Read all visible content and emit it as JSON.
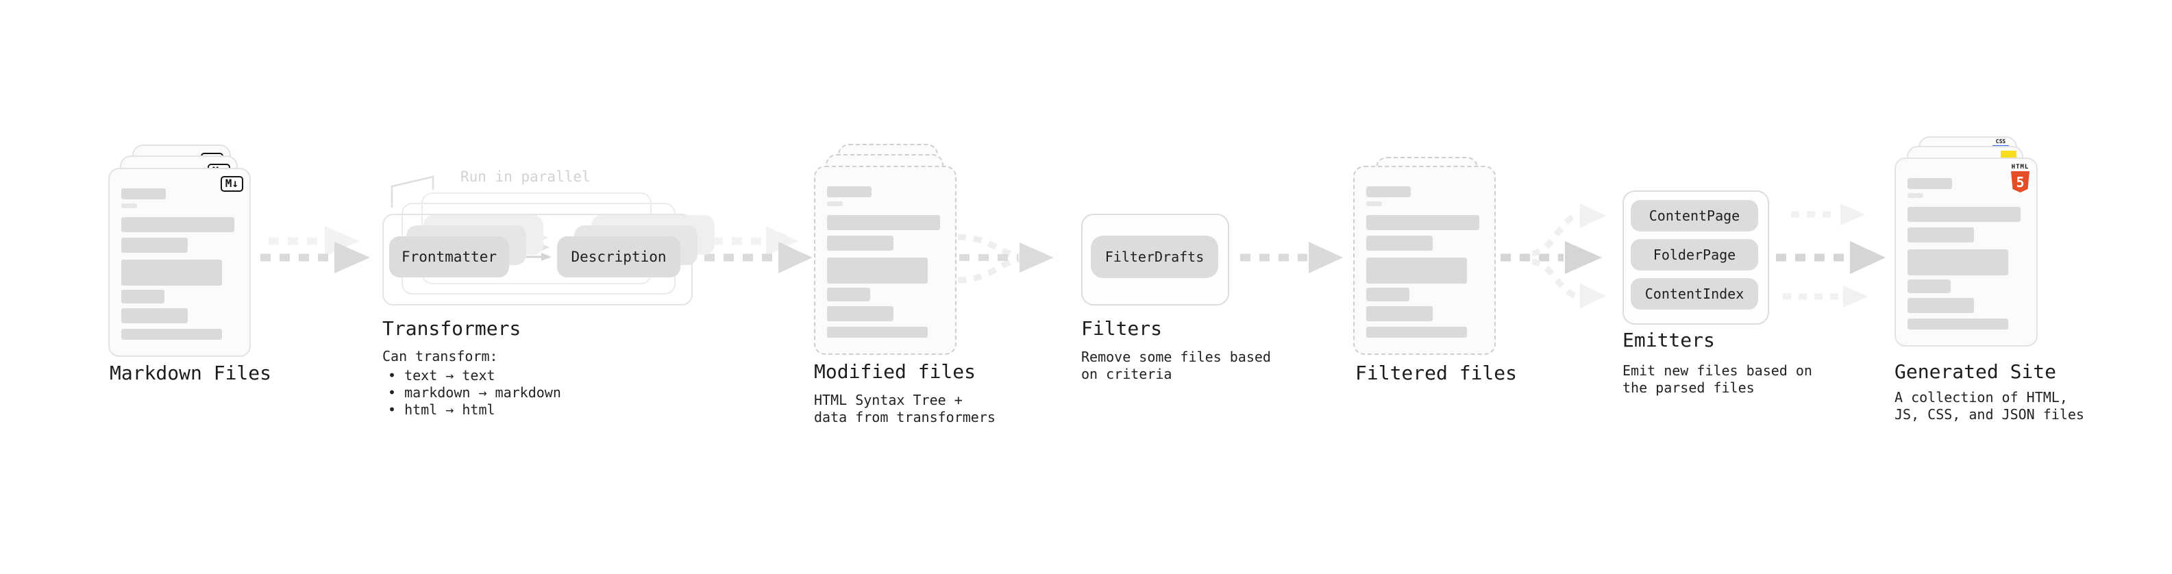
{
  "stages": {
    "markdown": {
      "label": "Markdown Files"
    },
    "transformers": {
      "label": "Transformers",
      "annotation": "Run in parallel",
      "pill_left": "Frontmatter",
      "pill_right": "Description",
      "desc_title": "Can transform:",
      "bullet1": "• text → text",
      "bullet2": "• markdown → markdown",
      "bullet3": "• html → html"
    },
    "modified": {
      "label": "Modified files",
      "desc_line1": "HTML Syntax Tree +",
      "desc_line2": "data from transformers"
    },
    "filters": {
      "label": "Filters",
      "pill": "FilterDrafts",
      "desc_line1": "Remove some files based",
      "desc_line2": "on criteria"
    },
    "filtered": {
      "label": "Filtered files"
    },
    "emitters": {
      "label": "Emitters",
      "pill1": "ContentPage",
      "pill2": "FolderPage",
      "pill3": "ContentIndex",
      "desc_line1": "Emit new files based on",
      "desc_line2": "the parsed files"
    },
    "generated": {
      "label": "Generated Site",
      "desc_line1": "A collection of HTML,",
      "desc_line2": "JS, CSS, and JSON files"
    }
  },
  "icons": {
    "markdown_badge": "M↓",
    "html5_label": "HTML",
    "html5_number": "5",
    "css_label": "CSS"
  },
  "colors": {
    "card_border": "#e3e3e3",
    "dashed_border": "#cfcfcf",
    "pill_gray": "#dcdcdc",
    "bar_gray": "#dadada",
    "arrow_gray": "#dadada",
    "arrow_light": "#f1f1f1",
    "annotation_gray": "#d2d2d2",
    "text_dark": "#1f1f1f",
    "html5_orange": "#e44d26",
    "js_yellow": "#f7df1e",
    "css_blue": "#2964f2"
  }
}
